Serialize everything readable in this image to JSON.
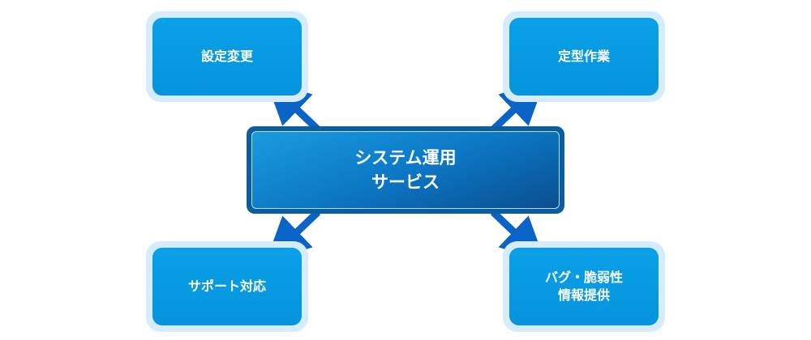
{
  "center": {
    "line1": "システム運用",
    "line2": "サービス"
  },
  "nodes": {
    "top_left": "設定変更",
    "top_right": "定型作業",
    "bottom_left": "サポート対応",
    "bottom_right_line1": "バグ・脆弱性",
    "bottom_right_line2": "情報提供"
  },
  "colors": {
    "arrow": "#0a63c6",
    "node_fill": "#0a9be3",
    "node_halo": "#d4ecfb",
    "center_fill": "#0c78c6"
  }
}
